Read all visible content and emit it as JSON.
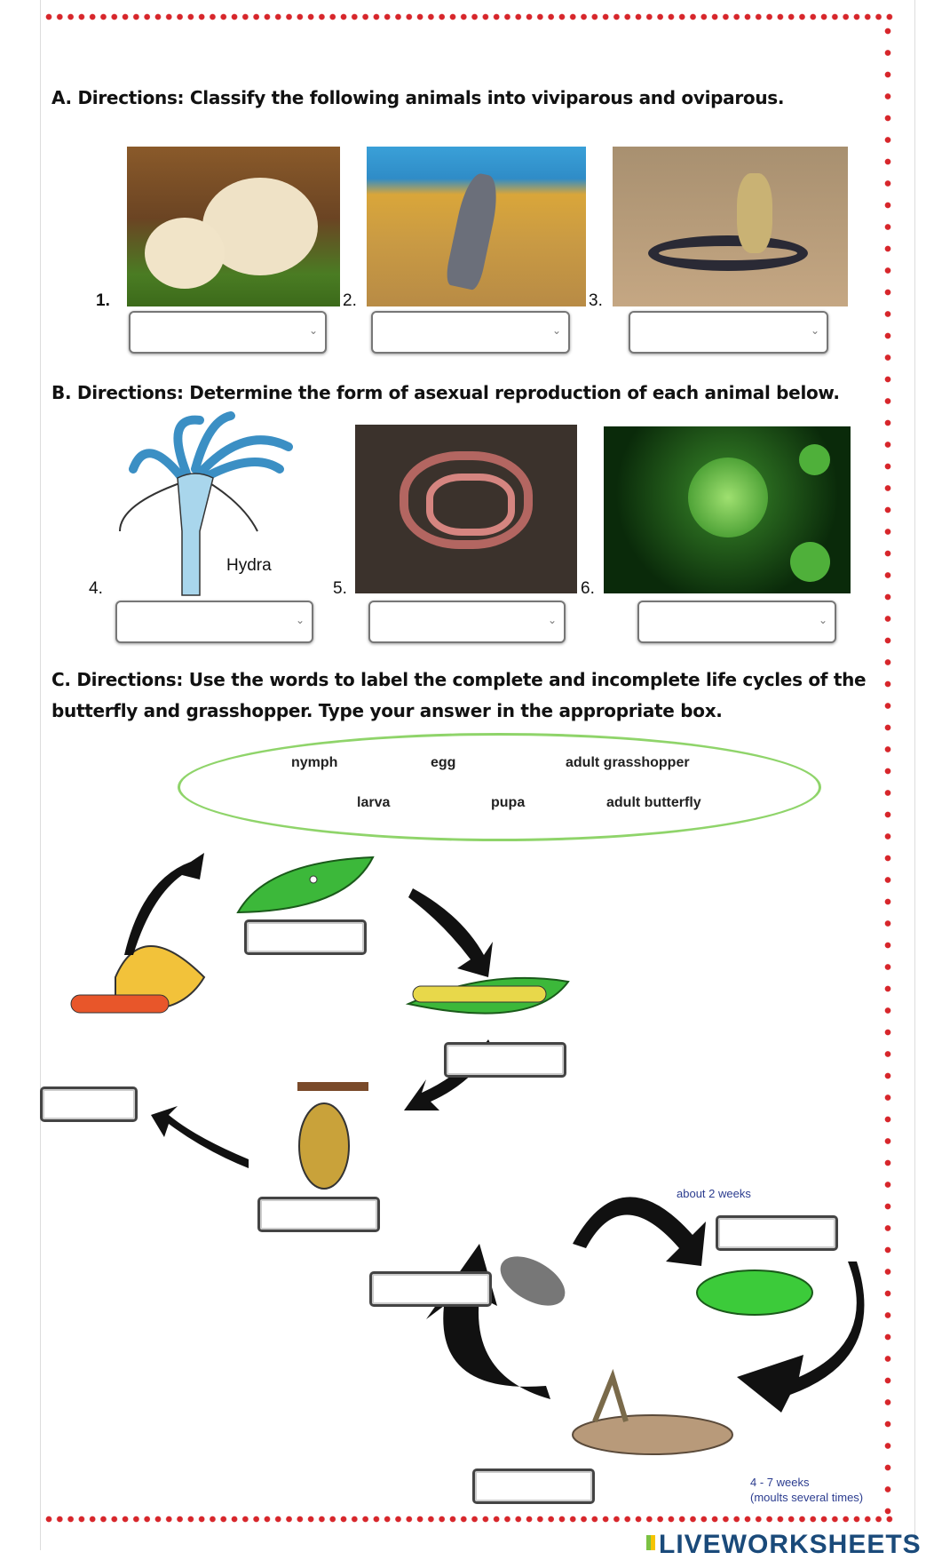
{
  "section_a": {
    "heading": "A.  Directions: Classify the following animals into viviparous and oviparous.",
    "items": [
      {
        "number": "1.",
        "image": "dog-with-puppy"
      },
      {
        "number": "2.",
        "image": "kangaroo"
      },
      {
        "number": "3.",
        "image": "cobra"
      }
    ],
    "dropdown_arrow": "⌄"
  },
  "section_b": {
    "heading": "B.  Directions: Determine the form of asexual reproduction of each animal below.",
    "items": [
      {
        "number": "4.",
        "image": "hydra",
        "caption": "Hydra"
      },
      {
        "number": "5.",
        "image": "earthworms"
      },
      {
        "number": "6.",
        "image": "virus"
      }
    ]
  },
  "section_c": {
    "heading_line1": "C.  Directions: Use the words to label the complete and incomplete life cycles of the",
    "heading_line2": "butterfly and grasshopper. Type your answer in the appropriate box.",
    "word_bank": [
      "nymph",
      "egg",
      "adult grasshopper",
      "larva",
      "pupa",
      "adult butterfly"
    ],
    "note_top": "about 2 weeks",
    "note_bottom_1": "4 - 7 weeks",
    "note_bottom_2": "(moults several times)"
  },
  "footer": {
    "logo": "LIVEWORKSHEETS"
  },
  "colors": {
    "pin": "#d7262b",
    "ellipse": "#8fd46a"
  }
}
